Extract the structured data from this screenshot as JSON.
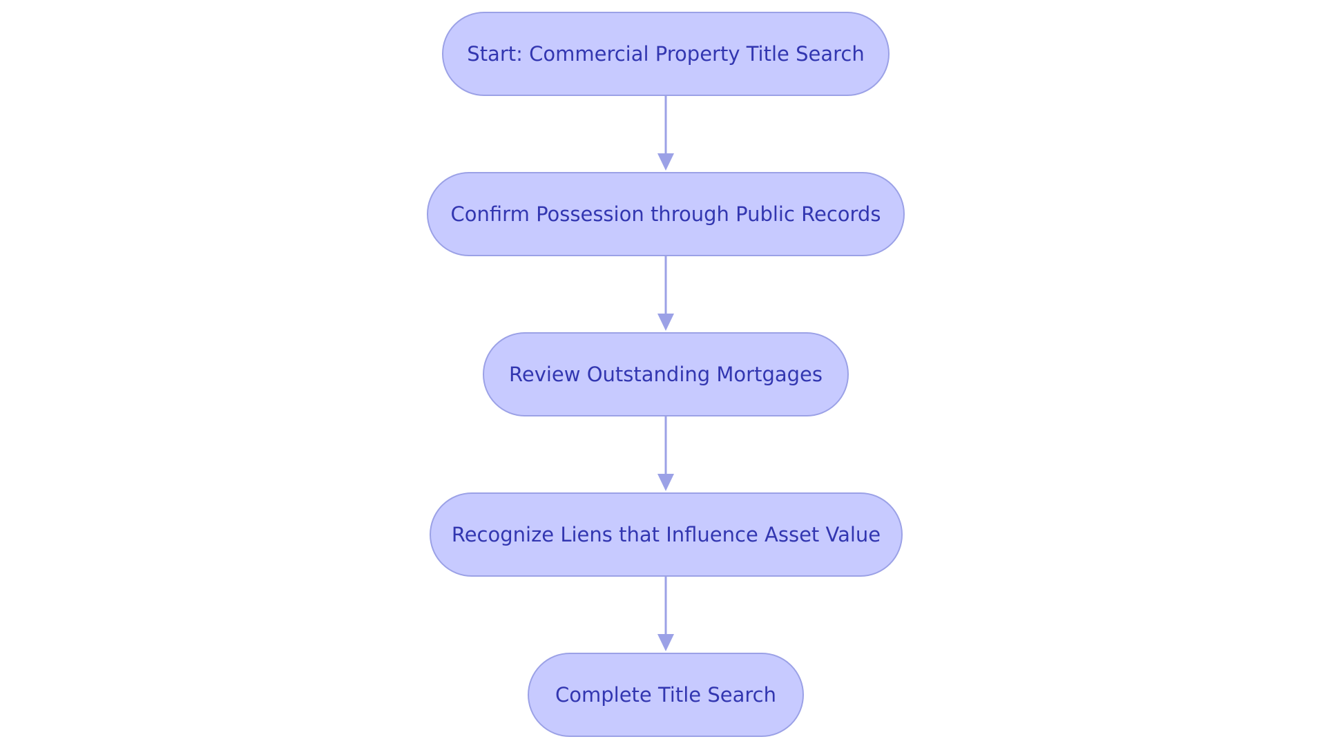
{
  "nodes": [
    {
      "label": "Start: Commercial Property Title Search"
    },
    {
      "label": "Confirm Possession through Public Records"
    },
    {
      "label": "Review Outstanding Mortgages"
    },
    {
      "label": "Recognize Liens that Influence Asset Value"
    },
    {
      "label": "Complete Title Search"
    }
  ],
  "edges": [
    {
      "from": 0,
      "to": 1
    },
    {
      "from": 1,
      "to": 2
    },
    {
      "from": 2,
      "to": 3
    },
    {
      "from": 3,
      "to": 4
    }
  ],
  "colors": {
    "node_fill": "#c7caff",
    "node_border": "#9ba1e6",
    "text": "#3236b0",
    "edge": "#9ba1e6"
  }
}
